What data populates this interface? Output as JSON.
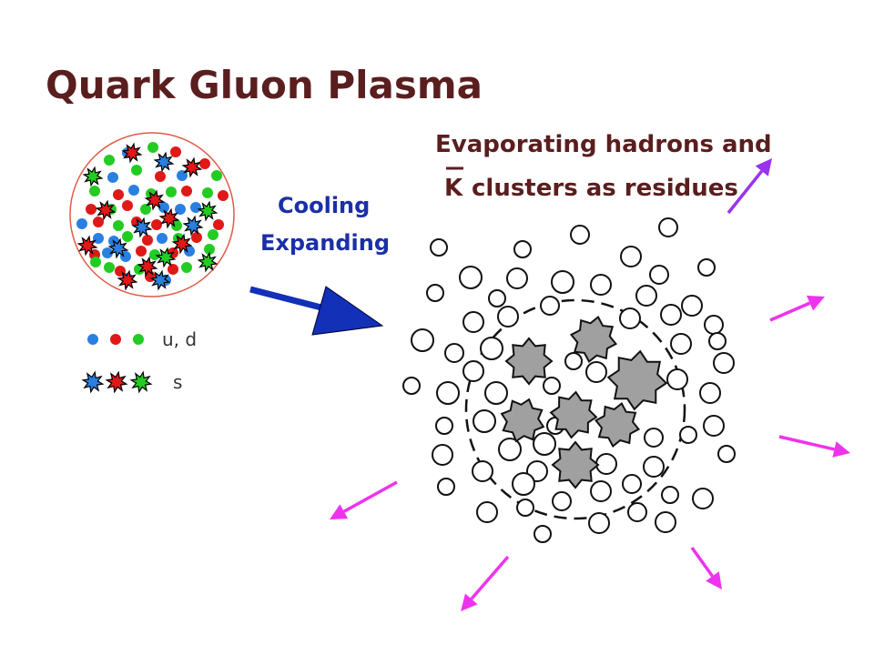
{
  "title": "Quark Gluon Plasma",
  "process_label": {
    "line1": "Cooling",
    "line2": "Expanding"
  },
  "result_label": {
    "line1": "Evaporating hadrons and",
    "line2_symbol": "K",
    "line2_rest": "clusters as residues"
  },
  "legend": {
    "light_quarks": "u, d",
    "strange_quarks": "s"
  },
  "colors": {
    "title": "#5a1e1e",
    "process_text": "#1a2fa8",
    "quark_blue": "#2a7fe0",
    "quark_red": "#e01818",
    "quark_green": "#22cc22",
    "plasma_border": "#e05a4a",
    "cluster_fill": "#a0a0a0",
    "main_arrow": "#1230b8",
    "evap_arrow": "#ee33ee",
    "evap_arrow_violet": "#9933ee"
  }
}
